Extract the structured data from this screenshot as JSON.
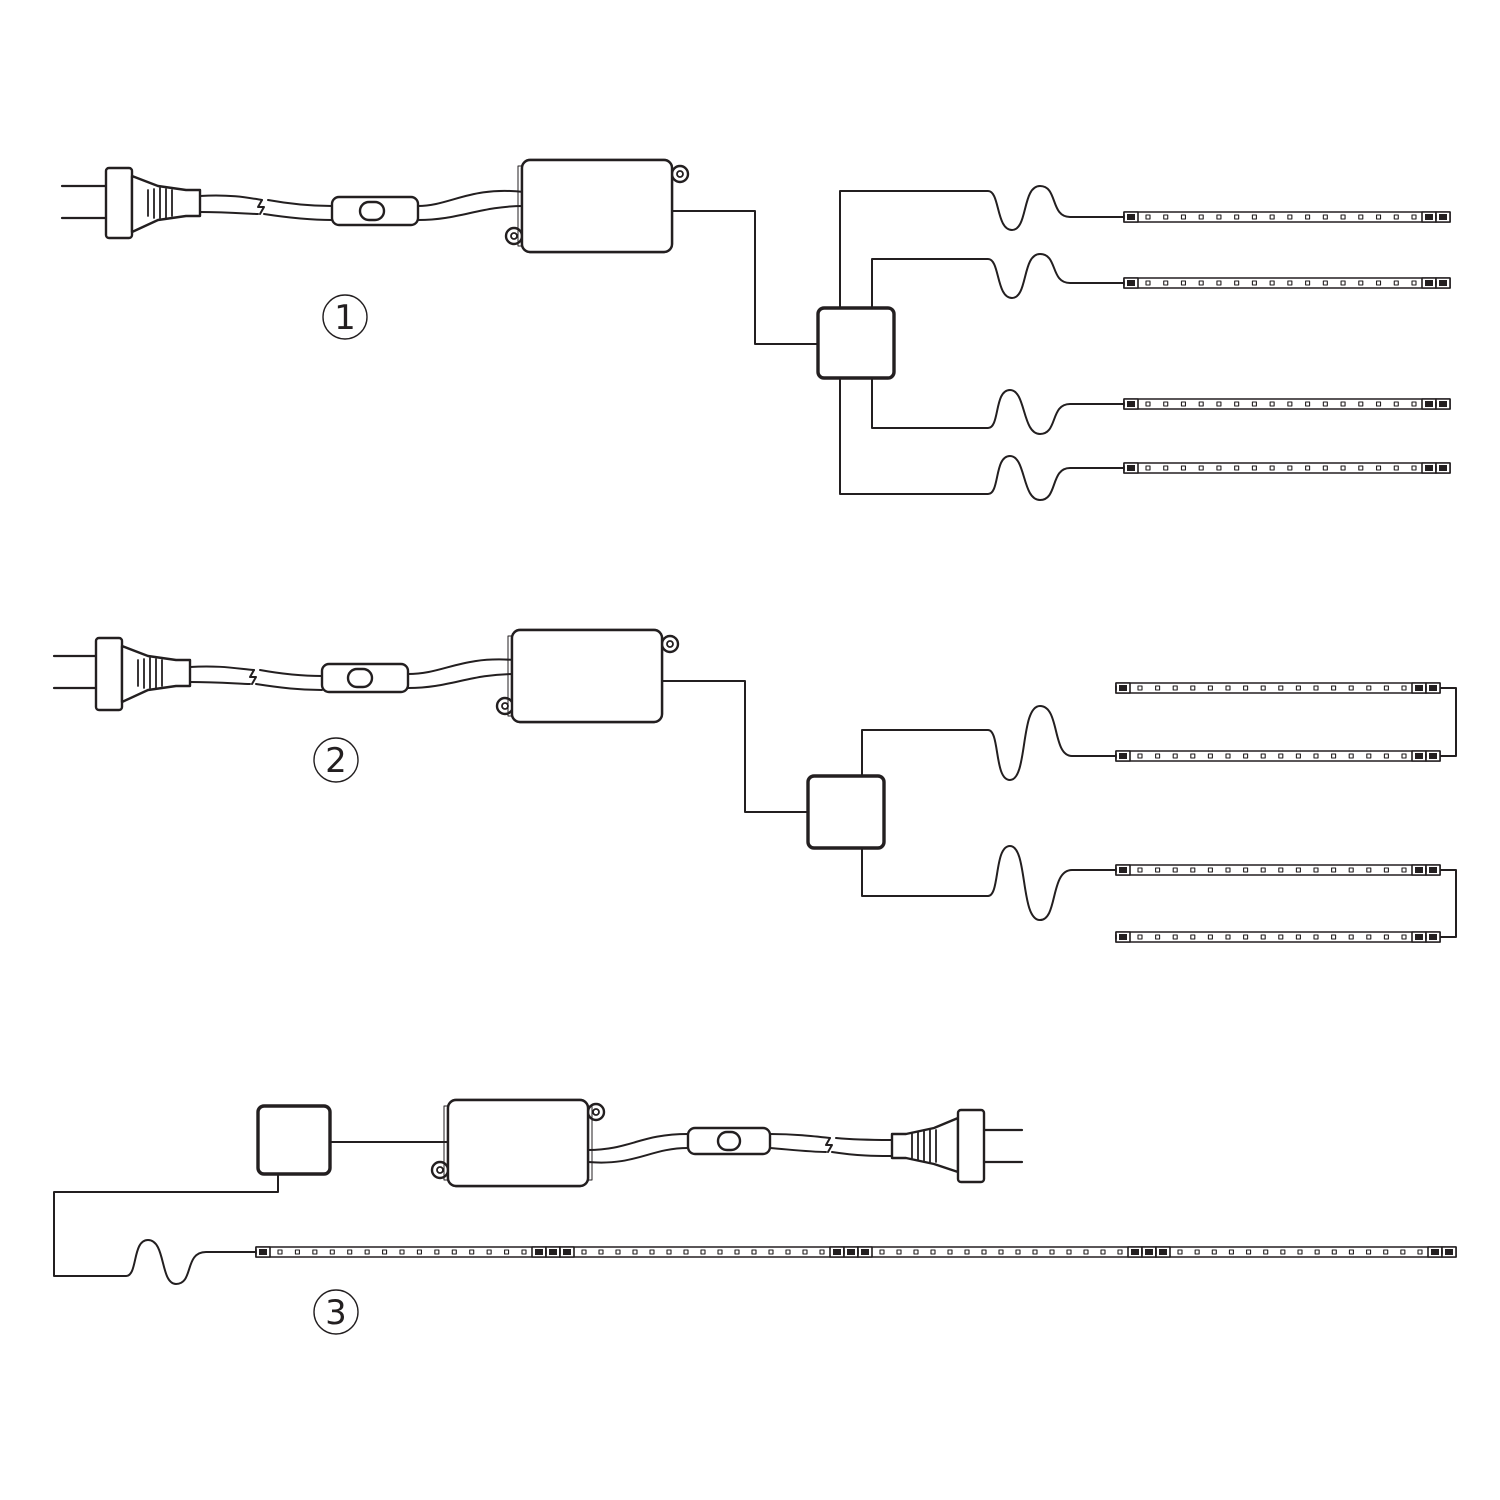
{
  "diagram": {
    "colors": {
      "line": "#231f20",
      "background": "#ffffff"
    },
    "configurations": [
      {
        "label": "1"
      },
      {
        "label": "2"
      },
      {
        "label": "3"
      }
    ]
  }
}
